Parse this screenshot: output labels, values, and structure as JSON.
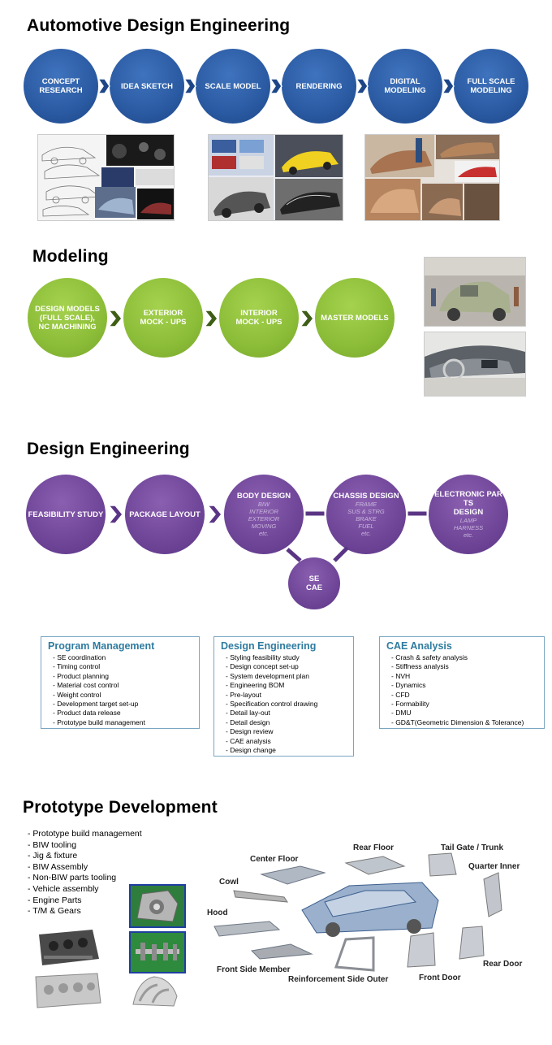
{
  "sections": {
    "automotive": {
      "title": "Automotive Design Engineering",
      "steps": [
        {
          "line1": "CONCEPT",
          "line2": "RESEARCH"
        },
        {
          "line1": "IDEA SKETCH",
          "line2": ""
        },
        {
          "line1": "SCALE MODEL",
          "line2": ""
        },
        {
          "line1": "RENDERING",
          "line2": ""
        },
        {
          "line1": "DIGITAL",
          "line2": "MODELING"
        },
        {
          "line1": "FULL SCALE",
          "line2": "MODELING"
        }
      ]
    },
    "modeling": {
      "title": "Modeling",
      "steps": [
        {
          "line1": "DESIGN MODELS",
          "line2": "(FULL SCALE),",
          "line3": "NC MACHINING"
        },
        {
          "line1": "EXTERIOR",
          "line2": "MOCK - UPS",
          "line3": ""
        },
        {
          "line1": "INTERIOR",
          "line2": "MOCK - UPS",
          "line3": ""
        },
        {
          "line1": "MASTER MODELS",
          "line2": "",
          "line3": ""
        }
      ]
    },
    "design_engineering": {
      "title": "Design Engineering",
      "feasibility": "FEASIBILITY STUDY",
      "package": "PACKAGE LAYOUT",
      "body": {
        "title": "BODY DESIGN",
        "items": [
          "BIW",
          "INTERIOR",
          "EXTERIOR",
          "MOVING",
          "etc."
        ]
      },
      "chassis": {
        "title": "CHASSIS  DESIGN",
        "items": [
          "FRAME",
          "SUS & STRG",
          "BRAKE",
          "FUEL",
          "etc."
        ]
      },
      "electronic": {
        "title1": "ELECTRONIC PAR",
        "title2": "TS",
        "title3": "DESIGN",
        "items": [
          "LAMP",
          "HARNESS",
          "etc."
        ]
      },
      "se": {
        "line1": "SE",
        "line2": "CAE"
      }
    },
    "boxes": [
      {
        "title": "Program Management",
        "items": [
          "- SE coordination",
          "- Timing control",
          "- Product planning",
          "- Material cost control",
          "- Weight control",
          "- Development target set-up",
          "- Product data release",
          "- Prototype build management"
        ]
      },
      {
        "title": "Design Engineering",
        "items": [
          "- Styling feasibility study",
          "- Design concept set-up",
          "- System development plan",
          "- Engineering BOM",
          "- Pre-layout",
          "- Specification control drawing",
          "- Detail lay-out",
          "- Detail design",
          "- Design review",
          "- CAE analysis",
          "- Design change"
        ]
      },
      {
        "title": "CAE Analysis",
        "items": [
          "- Crash & safety analysis",
          "- Stiffness analysis",
          "- NVH",
          "- Dynamics",
          "- CFD",
          "- Formability",
          "- DMU",
          "- GD&T(Geometric Dimension & Tolerance)"
        ]
      }
    ],
    "prototype": {
      "title": "Prototype Development",
      "items": [
        "- Prototype build management",
        "- BIW tooling",
        "- Jig & fixture",
        "- BIW Assembly",
        "- Non-BIW parts tooling",
        "- Vehicle assembly",
        "- Engine Parts",
        "- T/M & Gears"
      ],
      "parts": {
        "rear_floor": "Rear Floor",
        "tail_gate": "Tail Gate / Trunk",
        "center_floor": "Center Floor",
        "quarter_inner": "Quarter Inner",
        "cowl": "Cowl",
        "hood": "Hood",
        "front_side_member": "Front Side Member",
        "reinforcement": "Reinforcement Side Outer",
        "front_door": "Front Door",
        "rear_door": "Rear Door"
      }
    }
  },
  "colors": {
    "blue": "#2a5aa2",
    "green": "#8cbd38",
    "purple": "#6f4598",
    "box_border": "#7aa6c2",
    "box_title": "#2e7ba0"
  }
}
